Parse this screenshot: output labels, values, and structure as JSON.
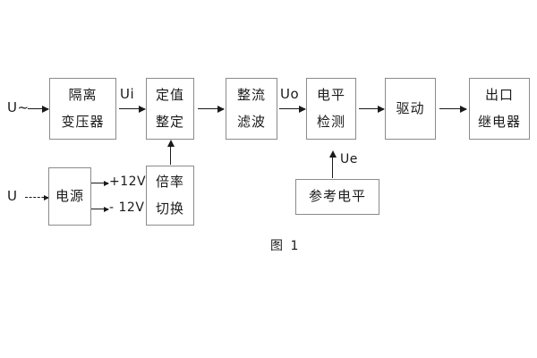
{
  "diagram": {
    "caption": "图 1",
    "blocks": [
      {
        "id": "isolation-transformer",
        "lines": [
          "隔离",
          "变压器"
        ]
      },
      {
        "id": "setting-value",
        "lines": [
          "定值",
          "整定"
        ]
      },
      {
        "id": "rectify-filter",
        "lines": [
          "整流",
          "滤波"
        ]
      },
      {
        "id": "level-detection",
        "lines": [
          "电平",
          "检测"
        ]
      },
      {
        "id": "drive",
        "lines": [
          "驱动"
        ]
      },
      {
        "id": "output-relay",
        "lines": [
          "出口",
          "继电器"
        ]
      },
      {
        "id": "power-supply",
        "lines": [
          "电源"
        ]
      },
      {
        "id": "multiplier-switch",
        "lines": [
          "倍率",
          "切换"
        ]
      },
      {
        "id": "reference-level",
        "lines": [
          "参考电平"
        ]
      }
    ],
    "signals": {
      "ac_input": "U~",
      "dc_input": "U",
      "ui": "Ui",
      "uo": "Uo",
      "ue": "Ue",
      "supply_positive": "+12V",
      "supply_negative": "- 12V"
    }
  }
}
